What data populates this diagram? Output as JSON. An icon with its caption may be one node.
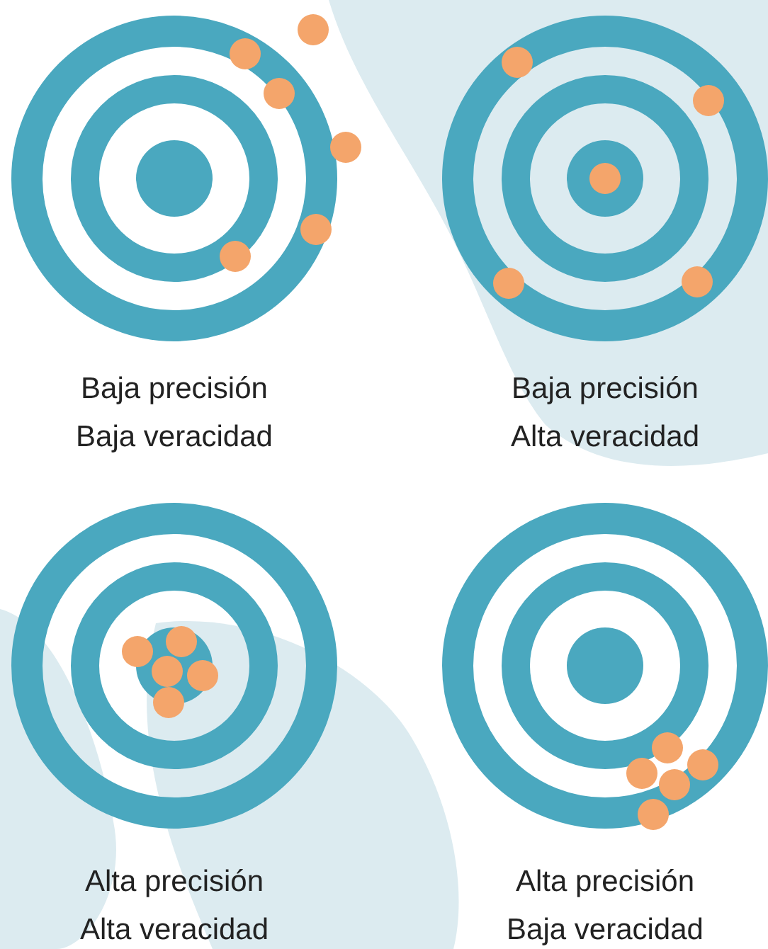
{
  "diagram": {
    "labels": [
      "Baja precisión",
      "Baja veracidad",
      "Baja precisión",
      "Alta veracidad",
      "Alta precisión",
      "Alta veracidad",
      "Alta precisión",
      "Baja veracidad"
    ]
  }
}
